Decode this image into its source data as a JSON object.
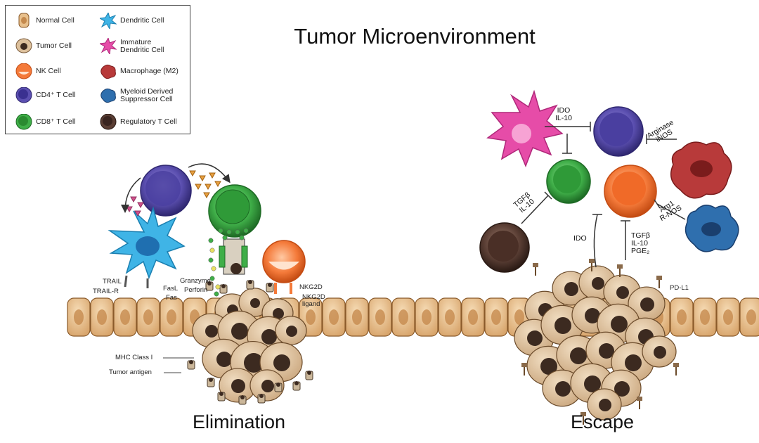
{
  "title": "Tumor Microenvironment",
  "stages": {
    "elimination": "Elimination",
    "escape": "Escape"
  },
  "legend": [
    {
      "key": "normal",
      "label": "Normal Cell"
    },
    {
      "key": "tumor",
      "label": "Tumor Cell"
    },
    {
      "key": "nk",
      "label": "NK Cell"
    },
    {
      "key": "cd4",
      "label": "CD4⁺ T Cell"
    },
    {
      "key": "cd8",
      "label": "CD8⁺ T Cell"
    },
    {
      "key": "dendritic",
      "label": "Dendritic Cell"
    },
    {
      "key": "immature",
      "label": "Immature\nDendritic Cell"
    },
    {
      "key": "macrophage",
      "label": "Macrophage (M2)"
    },
    {
      "key": "mdsc",
      "label": "Myeloid Derived\nSuppressor Cell"
    },
    {
      "key": "treg",
      "label": "Regulatory T Cell"
    }
  ],
  "elimination_labels": {
    "trail": "TRAIL",
    "trail_r": "TRAIL-R",
    "fasl": "FasL",
    "fas": "Fas",
    "granzyme": "Granzyme",
    "perforin": "Perforin",
    "nkg2d": "NKG2D",
    "nkg2d_ligand": "NKG2D\nligand",
    "mhc": "MHC Class I",
    "antigen": "Tumor antigen"
  },
  "escape_labels": {
    "ido_il10": "IDO\nIL-10",
    "arginase": "Arginase\niNOS",
    "tgfb_il10": "TGFβ\nIL-10",
    "arg1": "Arg1\nR-NOS",
    "ido": "IDO",
    "tgfb_il10_pge": "TGFβ\nIL-10\nPGE₂",
    "pdl1": "PD-L1"
  },
  "colors": {
    "normal_fill": "#e8c08c",
    "normal_nucleus": "#c58a4e",
    "tumor_fill": "#dcc09c",
    "tumor_nucleus": "#3c2a20",
    "nk": "#f47a3a",
    "cd4": "#5b4fb0",
    "cd8": "#3fae48",
    "dendritic": "#3fb4e6",
    "immature": "#e64ca8",
    "macrophage": "#b83a3a",
    "mdsc": "#2f6fae",
    "treg": "#5a3e34"
  }
}
